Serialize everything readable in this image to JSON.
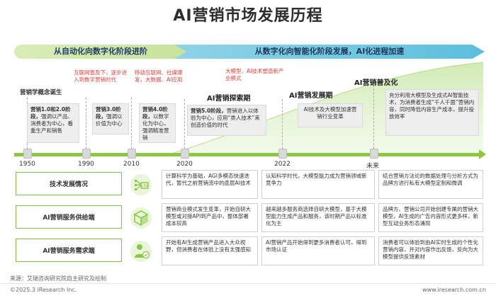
{
  "title": "AI营销市场发展历程",
  "stages": {
    "left": "从自动化向数字化阶段进阶",
    "right": "从数字化向智能化阶段发展，AI化进程加速"
  },
  "red_notes": [
    "互联网普及下，逐步进入到数字营销时代",
    "移动互联网、社媒爆发，大数据、AI应用",
    "大模型、AI技术塑造新产业模式"
  ],
  "phases": {
    "concept": "营销学概念诞生",
    "explore": "AI营销探索期",
    "develop": "AI营销发展期",
    "popular": "AI营销普及化"
  },
  "boxes": [
    {
      "head": "营销1.0和2.0阶段，",
      "body": "强调以产品、消费者为中心，看重生产和销售"
    },
    {
      "head": "营销3.0阶段，",
      "body": "强调以价值为中心"
    },
    {
      "head": "营销4.0阶段，",
      "body": "以数字化为中心，强调精准营销"
    },
    {
      "head": "营销5.0阶段，",
      "body": "营销进入以体验为中心，应用“类人技术”来创造价值的时代"
    },
    {
      "head": "",
      "body": "AI技术及大模型加速营销行业变革"
    },
    {
      "head": "",
      "body": "充分利用大模型及生成式AI智能技术，为消费者生成“千人千面”营销内容，同时降低内容生产成本，提升投放效率"
    }
  ],
  "years": [
    "1950",
    "1990",
    "2010",
    "2020",
    "2022",
    "未来"
  ],
  "rows": [
    {
      "label": "技术发展情况",
      "icon": "network-chart-icon",
      "cells": [
        "计算科学为基础，AGI多模态快速迭代，暂代之前营销流中的底层AI技术",
        "认知科学时代，大模型能力成为营销领域新竞争力",
        "结合营销方法论的数据处理与分析方式为品牌方进行私有大模型定制和微调"
      ]
    },
    {
      "label": "AI营销服务供给端",
      "icon": "box-icon",
      "cells": [
        "营销商业模式发生变革，开始自研大模型或对接API到产品中，整体部署成本较高",
        "越来越多服务商选择自研大模型，基于大模型能力生成产品和服务，该时期产品以标准化为主",
        "品牌方、营销公司开始创建专属的营销大模型，AI生成的广告内容形式更多样，新型互动业务形态涌现"
      ]
    },
    {
      "label": "AI营销服务需求端",
      "icon": "user-check-icon",
      "cells": [
        "开始有AI生成营销产品进入大众视野，但消费者在体验上没有太强感知",
        "AI营销产品开始得到更多消费者认可，得到市场认证",
        "消费者可以体验到由AI实时生成的个性化营销内容，并对内容作出反馈，反向为大模型提供反馈素材"
      ]
    }
  ],
  "footer": {
    "source": "来源：艾瑞咨询研究院自主研究及绘制",
    "copyright": "©2025.3 iResearch Inc.",
    "website": "www.iresearch.com.cn"
  },
  "colors": {
    "green": "#8dc63f",
    "blue": "#5bbfdd",
    "red": "#e0403a"
  }
}
